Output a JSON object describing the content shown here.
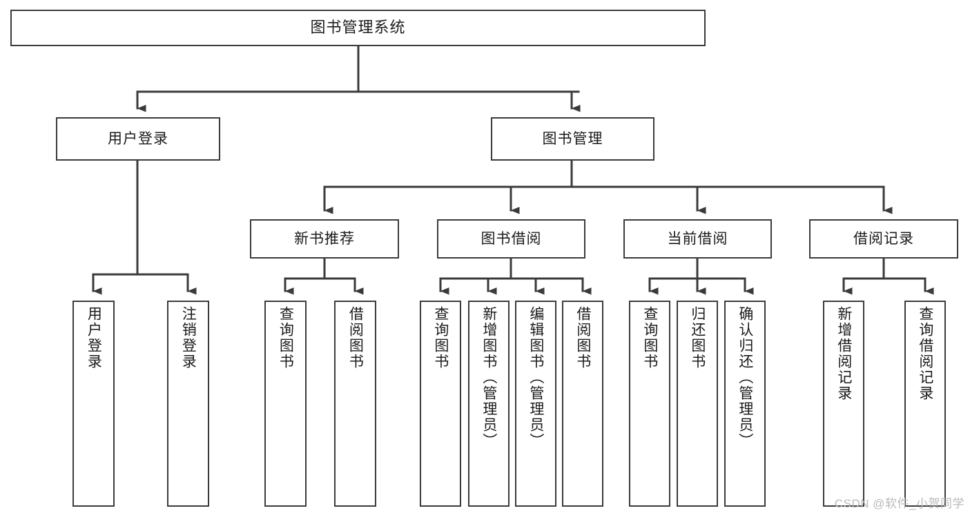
{
  "diagram": {
    "type": "tree-hierarchy-diagram",
    "title": "图书管理系统",
    "colors": {
      "background": "#ffffff",
      "box_border": "#3a3a3a",
      "box_fill": "#ffffff",
      "text": "#1a1a1a",
      "connector": "#3a3a3a",
      "watermark": "#b9b9b9"
    },
    "watermark": "CSDN @软件_小贺同学",
    "nodes": {
      "root": {
        "label": "图书管理系统"
      },
      "level2": [
        {
          "label": "用户登录"
        },
        {
          "label": "图书管理"
        }
      ],
      "level3": [
        {
          "label": "新书推荐"
        },
        {
          "label": "图书借阅"
        },
        {
          "label": "当前借阅"
        },
        {
          "label": "借阅记录"
        }
      ],
      "leaves": {
        "user_login": [
          {
            "label": "用户登录"
          },
          {
            "label": "注销登录"
          }
        ],
        "new_book_recommend": [
          {
            "label": "查询图书"
          },
          {
            "label": "借阅图书"
          }
        ],
        "book_borrow": [
          {
            "label": "查询图书"
          },
          {
            "label": "新增图书（管理员）"
          },
          {
            "label": "编辑图书（管理员）"
          },
          {
            "label": "借阅图书"
          }
        ],
        "current_borrow": [
          {
            "label": "查询图书"
          },
          {
            "label": "归还图书"
          },
          {
            "label": "确认归还（管理员）"
          }
        ],
        "borrow_record": [
          {
            "label": "新增借阅记录"
          },
          {
            "label": "查询借阅记录"
          }
        ]
      }
    }
  }
}
